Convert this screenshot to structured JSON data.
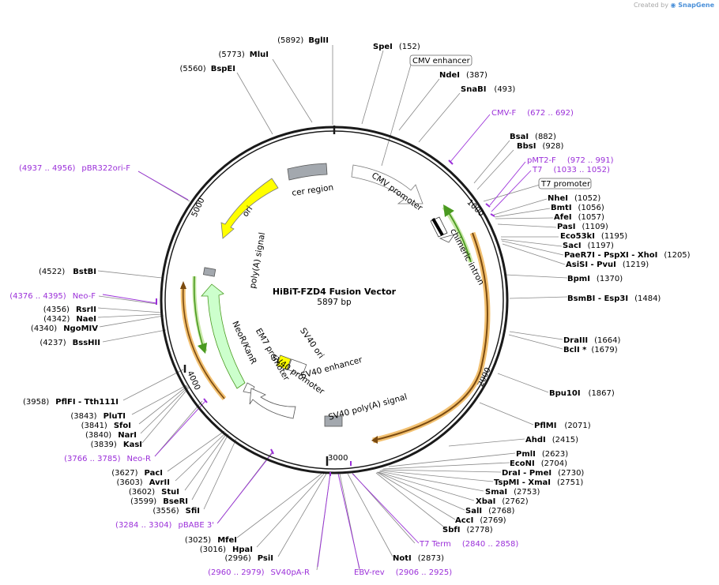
{
  "credit": {
    "prefix": "Created by",
    "brand": "SnapGene"
  },
  "title": "HiBiT-FZD4 Fusion Vector",
  "size_label": "5897 bp",
  "ticks": [
    {
      "label": "1000",
      "bp": 1000
    },
    {
      "label": "2000",
      "bp": 2000
    },
    {
      "label": "3000",
      "bp": 3000
    },
    {
      "label": "4000",
      "bp": 4000
    },
    {
      "label": "5000",
      "bp": 5000
    }
  ],
  "sites": [
    {
      "name": "BglII",
      "pos": "(5892)"
    },
    {
      "name": "MluI",
      "pos": "(5773)"
    },
    {
      "name": "BspEI",
      "pos": "(5560)"
    },
    {
      "name": "SpeI",
      "pos": "(152)"
    },
    {
      "name": "NdeI",
      "pos": "(387)"
    },
    {
      "name": "SnaBI",
      "pos": "(493)"
    },
    {
      "name": "BsaI",
      "pos": "(882)"
    },
    {
      "name": "BbsI",
      "pos": "(928)"
    },
    {
      "name": "NheI",
      "pos": "(1052)"
    },
    {
      "name": "BmtI",
      "pos": "(1056)"
    },
    {
      "name": "AfeI",
      "pos": "(1057)"
    },
    {
      "name": "PasI",
      "pos": "(1109)"
    },
    {
      "name": "Eco53kI",
      "pos": "(1195)"
    },
    {
      "name": "SacI",
      "pos": "(1197)"
    },
    {
      "name": "PaeR7I - PspXI - XhoI",
      "pos": "(1205)"
    },
    {
      "name": "AsiSI - PvuI",
      "pos": "(1219)"
    },
    {
      "name": "BpmI",
      "pos": "(1370)"
    },
    {
      "name": "BsmBI - Esp3I",
      "pos": "(1484)"
    },
    {
      "name": "DraIII",
      "pos": "(1664)"
    },
    {
      "name": "BclI *",
      "pos": "(1679)"
    },
    {
      "name": "Bpu10I",
      "pos": "(1867)"
    },
    {
      "name": "PflMI",
      "pos": "(2071)"
    },
    {
      "name": "AhdI",
      "pos": "(2415)"
    },
    {
      "name": "PmlI",
      "pos": "(2623)"
    },
    {
      "name": "EcoNI",
      "pos": "(2704)"
    },
    {
      "name": "DraI - PmeI",
      "pos": "(2730)"
    },
    {
      "name": "TspMI - XmaI",
      "pos": "(2751)"
    },
    {
      "name": "SmaI",
      "pos": "(2753)"
    },
    {
      "name": "XbaI",
      "pos": "(2762)"
    },
    {
      "name": "SalI",
      "pos": "(2768)"
    },
    {
      "name": "AccI",
      "pos": "(2769)"
    },
    {
      "name": "SbfI",
      "pos": "(2778)"
    },
    {
      "name": "NotI",
      "pos": "(2873)"
    },
    {
      "name": "PsiI",
      "pos": "(2996)"
    },
    {
      "name": "HpaI",
      "pos": "(3016)"
    },
    {
      "name": "MfeI",
      "pos": "(3025)"
    },
    {
      "name": "SfiI",
      "pos": "(3556)"
    },
    {
      "name": "BseRI",
      "pos": "(3599)"
    },
    {
      "name": "StuI",
      "pos": "(3602)"
    },
    {
      "name": "AvrII",
      "pos": "(3603)"
    },
    {
      "name": "PacI",
      "pos": "(3627)"
    },
    {
      "name": "KasI",
      "pos": "(3839)"
    },
    {
      "name": "NarI",
      "pos": "(3840)"
    },
    {
      "name": "SfoI",
      "pos": "(3841)"
    },
    {
      "name": "PluTI",
      "pos": "(3843)"
    },
    {
      "name": "PflFI - Tth111I",
      "pos": "(3958)"
    },
    {
      "name": "BssHII",
      "pos": "(4237)"
    },
    {
      "name": "NgoMIV",
      "pos": "(4340)"
    },
    {
      "name": "NaeI",
      "pos": "(4342)"
    },
    {
      "name": "RsrII",
      "pos": "(4356)"
    },
    {
      "name": "BstBI",
      "pos": "(4522)"
    }
  ],
  "primers": [
    {
      "name": "CMV-F",
      "range": "(672 .. 692)"
    },
    {
      "name": "pMT2-F",
      "range": "(972 .. 991)"
    },
    {
      "name": "T7",
      "range": "(1033 .. 1052)"
    },
    {
      "name": "T7 Term",
      "range": "(2840 .. 2858)"
    },
    {
      "name": "EBV-rev",
      "range": "(2906 .. 2925)"
    },
    {
      "name": "SV40pA-R",
      "range": "(2960 .. 2979)"
    },
    {
      "name": "pBABE 3'",
      "range": "(3284 .. 3304)"
    },
    {
      "name": "Neo-R",
      "range": "(3766 .. 3785)"
    },
    {
      "name": "Neo-F",
      "range": "(4376 .. 4395)"
    },
    {
      "name": "pBR322ori-F",
      "range": "(4937 .. 4956)"
    }
  ],
  "boxed_labels": [
    "CMV enhancer",
    "T7 promoter"
  ],
  "features": [
    {
      "name": "cer region",
      "color": "#a3a8ae"
    },
    {
      "name": "CMV promoter",
      "color": "#ffffff"
    },
    {
      "name": "chimeric intron",
      "color": "#ffffff"
    },
    {
      "name": "ori",
      "color": "#ffff00"
    },
    {
      "name": "poly(A) signal",
      "color": "#a3a8ae"
    },
    {
      "name": "NeoR/KanR",
      "color": "#ccffcc"
    },
    {
      "name": "EM7 promoter",
      "color": "#ffffff"
    },
    {
      "name": "SV40 promoter",
      "color": "#ffffff"
    },
    {
      "name": "SV40 ori",
      "color": "#ffff00"
    },
    {
      "name": "SV40 enhancer",
      "color": "#ffffff"
    },
    {
      "name": "SV40 poly(A) signal",
      "color": "#a3a8ae"
    }
  ],
  "colors": {
    "backbone": "#1a1a1a",
    "primer": "#9b30d9",
    "orf_outline": "#e8a030",
    "orf_inner": "#4a9a20"
  }
}
